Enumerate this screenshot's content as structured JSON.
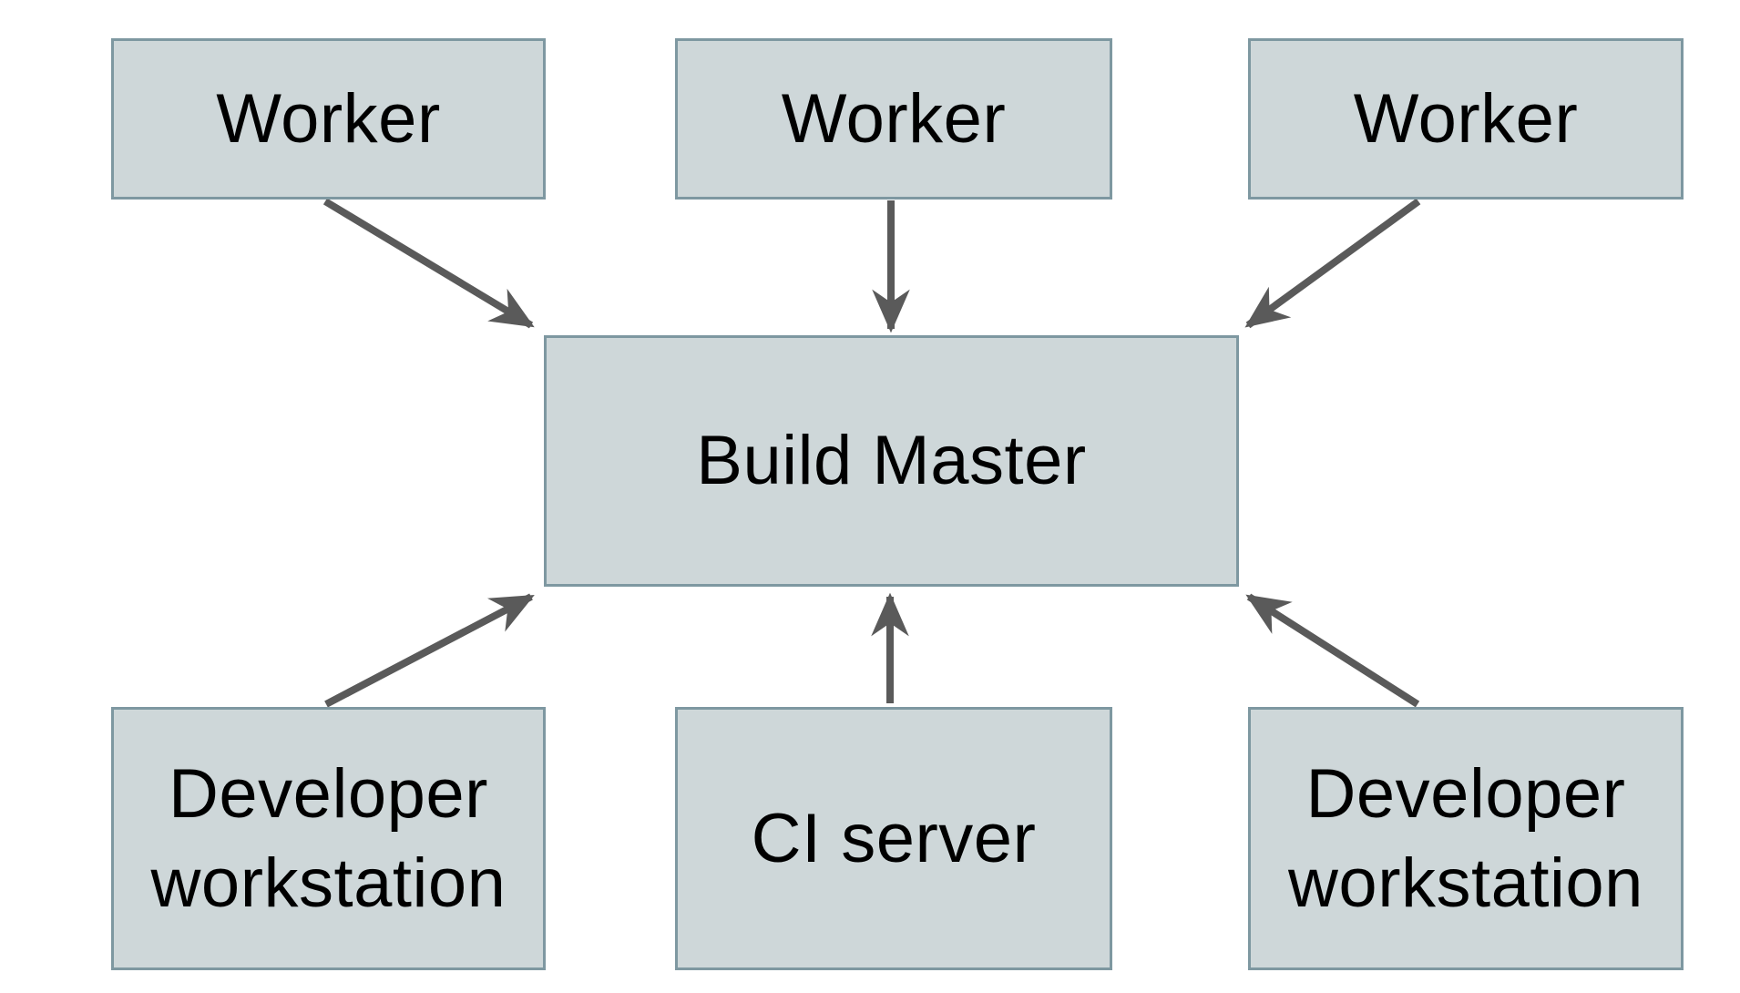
{
  "diagram": {
    "nodes": [
      {
        "id": "worker-1",
        "label": "Worker"
      },
      {
        "id": "worker-2",
        "label": "Worker"
      },
      {
        "id": "worker-3",
        "label": "Worker"
      },
      {
        "id": "build-master",
        "label": "Build Master"
      },
      {
        "id": "developer-workstation-1",
        "label": "Developer workstation"
      },
      {
        "id": "ci-server",
        "label": "CI server"
      },
      {
        "id": "developer-workstation-2",
        "label": "Developer workstation"
      }
    ],
    "edges": [
      {
        "from": "worker-1",
        "to": "build-master"
      },
      {
        "from": "worker-2",
        "to": "build-master"
      },
      {
        "from": "worker-3",
        "to": "build-master"
      },
      {
        "from": "developer-workstation-1",
        "to": "build-master"
      },
      {
        "from": "ci-server",
        "to": "build-master"
      },
      {
        "from": "developer-workstation-2",
        "to": "build-master"
      }
    ],
    "colors": {
      "node_fill": "#ced7d9",
      "node_border": "#7e98a1",
      "arrow": "#5a5a5a",
      "text": "#000000",
      "background": "#ffffff"
    }
  }
}
